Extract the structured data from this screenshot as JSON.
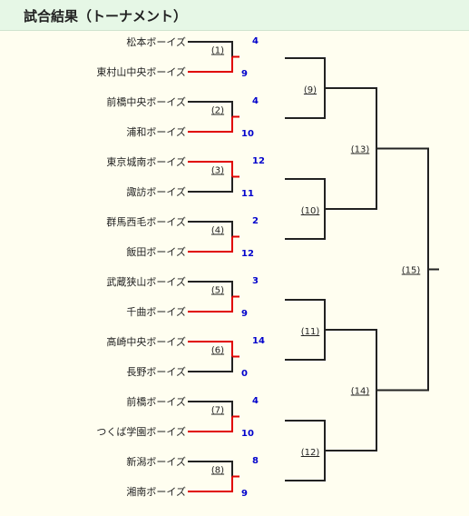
{
  "page": {
    "title": "試合結果（トーナメント）"
  },
  "first_round": [
    {
      "label": "(1)",
      "top": {
        "team": "松本ボーイズ",
        "score": "4"
      },
      "bottom": {
        "team": "東村山中央ボーイズ",
        "score": "9"
      },
      "winner": "bottom"
    },
    {
      "label": "(2)",
      "top": {
        "team": "前橋中央ボーイズ",
        "score": "4"
      },
      "bottom": {
        "team": "浦和ボーイズ",
        "score": "10"
      },
      "winner": "bottom"
    },
    {
      "label": "(3)",
      "top": {
        "team": "東京城南ボーイズ",
        "score": "12"
      },
      "bottom": {
        "team": "諏訪ボーイズ",
        "score": "11"
      },
      "winner": "top"
    },
    {
      "label": "(4)",
      "top": {
        "team": "群馬西毛ボーイズ",
        "score": "2"
      },
      "bottom": {
        "team": "飯田ボーイズ",
        "score": "12"
      },
      "winner": "bottom"
    },
    {
      "label": "(5)",
      "top": {
        "team": "武蔵狭山ボーイズ",
        "score": "3"
      },
      "bottom": {
        "team": "千曲ボーイズ",
        "score": "9"
      },
      "winner": "bottom"
    },
    {
      "label": "(6)",
      "top": {
        "team": "高崎中央ボーイズ",
        "score": "14"
      },
      "bottom": {
        "team": "長野ボーイズ",
        "score": "0"
      },
      "winner": "top"
    },
    {
      "label": "(7)",
      "top": {
        "team": "前橋ボーイズ",
        "score": "4"
      },
      "bottom": {
        "team": "つくば学園ボーイズ",
        "score": "10"
      },
      "winner": "bottom"
    },
    {
      "label": "(8)",
      "top": {
        "team": "新潟ボーイズ",
        "score": "8"
      },
      "bottom": {
        "team": "湘南ボーイズ",
        "score": "9"
      },
      "winner": "bottom"
    }
  ],
  "second_round": [
    {
      "label": "(9)"
    },
    {
      "label": "(10)"
    },
    {
      "label": "(11)"
    },
    {
      "label": "(12)"
    }
  ],
  "semifinal": [
    {
      "label": "(13)"
    },
    {
      "label": "(14)"
    }
  ],
  "final": {
    "label": "(15)"
  },
  "colors": {
    "winner_line": "#e00000",
    "line": "#222222",
    "score": "#0000cc"
  }
}
